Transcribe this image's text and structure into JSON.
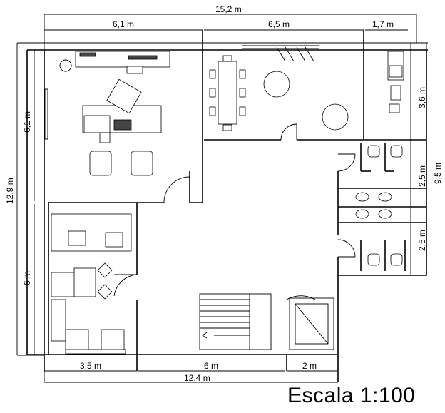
{
  "dimensions": {
    "total_width": "15,2 m",
    "top_room_1": "6,1 m",
    "top_room_2": "6,5 m",
    "top_room_3": "1,7 m",
    "left_total": "12,9 m",
    "left_upper": "6,1 m",
    "left_lower": "6 m",
    "right_total": "9,5 m",
    "right_upper": "3,6 m",
    "right_mid": "2,5 m",
    "right_lower": "2,5 m",
    "bottom_1": "3,5 m",
    "bottom_2": "6 m",
    "bottom_3": "2 m",
    "bottom_total": "12,4 m"
  },
  "scale_label": "Escala 1:100"
}
